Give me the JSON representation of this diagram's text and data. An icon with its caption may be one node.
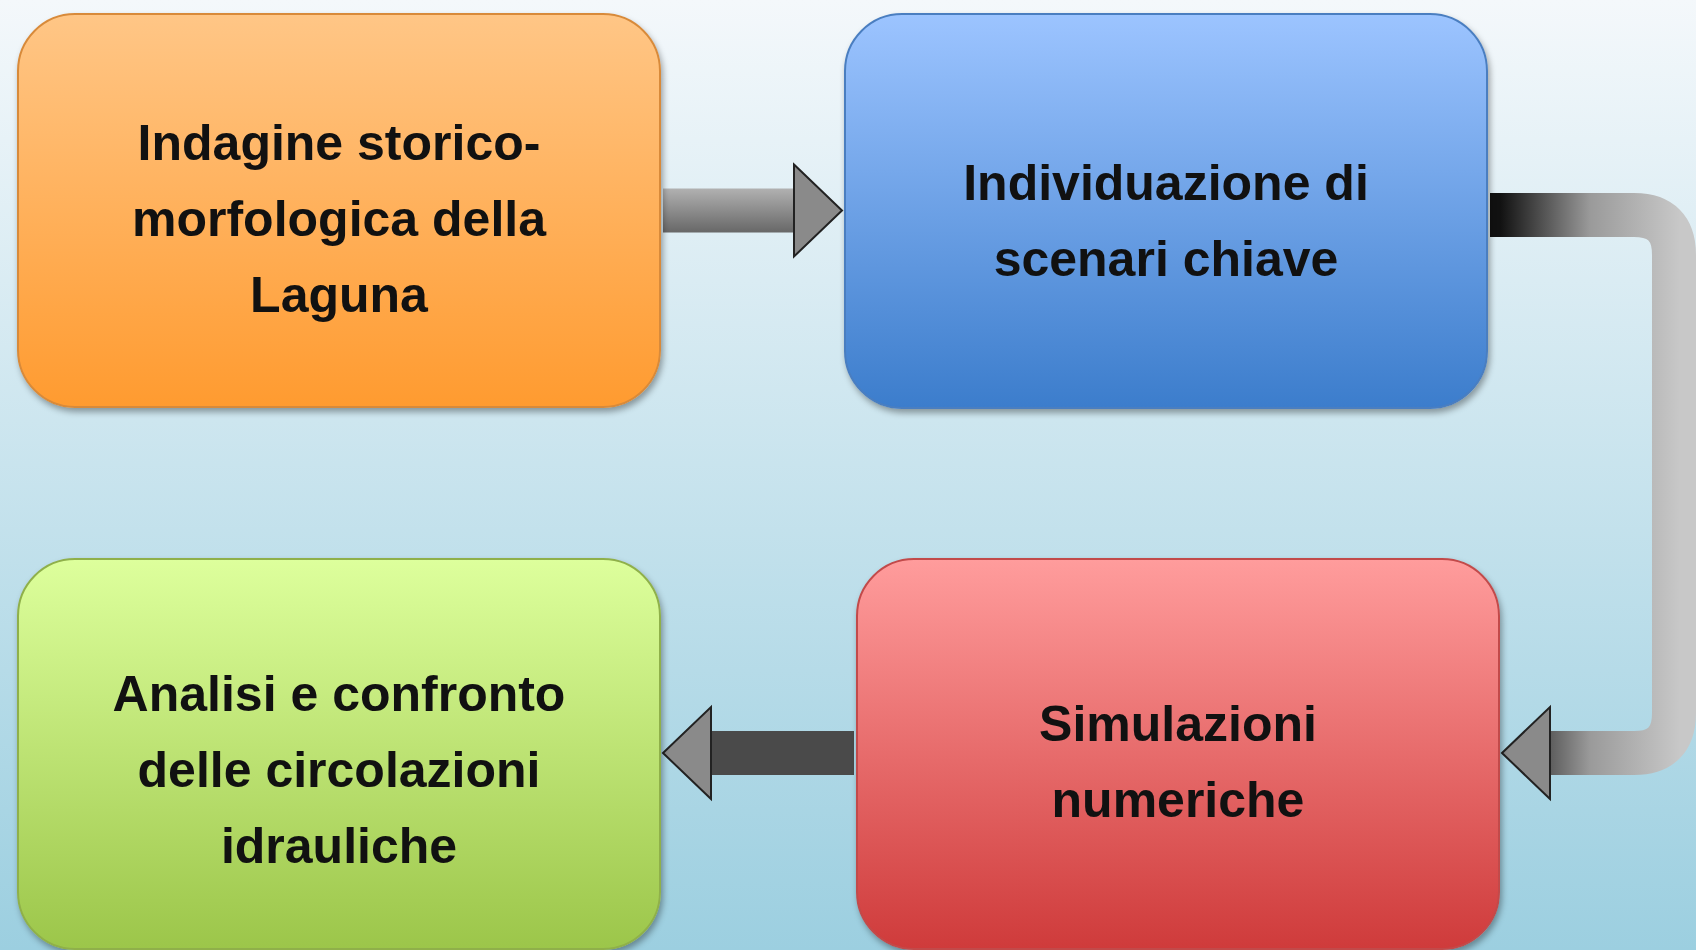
{
  "diagram": {
    "nodes": [
      {
        "text": [
          "Indagine storico-morfologica della Laguna"
        ]
      },
      {
        "text": [
          "Individuazione di scenari chiave"
        ]
      },
      {
        "text": [
          "Simulazioni numeriche"
        ]
      },
      {
        "text": [
          "Analisi e confronto delle circolazioni idrauliche"
        ]
      }
    ],
    "edges": [
      {
        "from": 0,
        "to": 1,
        "arrow": "to"
      },
      {
        "from": 1,
        "to": 2,
        "arrow": "to"
      },
      {
        "from": 2,
        "to": 3,
        "arrow": "to"
      }
    ]
  }
}
